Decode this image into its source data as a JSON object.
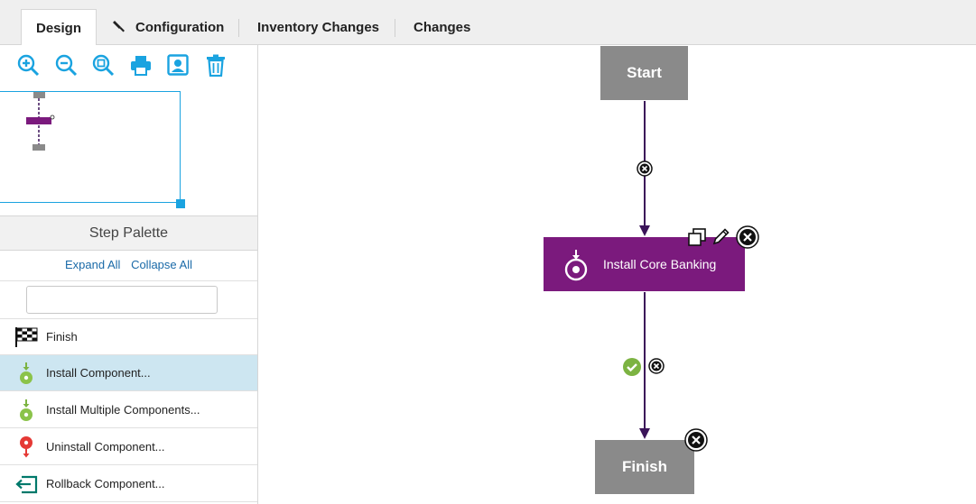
{
  "tabs": [
    {
      "label": "Design",
      "active": true
    },
    {
      "label": "Configuration",
      "icon": "wrench-icon"
    },
    {
      "label": "Inventory Changes"
    },
    {
      "label": "Changes"
    }
  ],
  "toolbar": {
    "buttons": [
      "zoom-in-icon",
      "zoom-out-icon",
      "zoom-fit-icon",
      "print-icon",
      "export-image-icon",
      "delete-icon"
    ]
  },
  "palette": {
    "title": "Step Palette",
    "expand_all": "Expand All",
    "collapse_all": "Collapse All",
    "search_value": "",
    "items": [
      {
        "label": "Finish",
        "icon": "checkered-flag-icon"
      },
      {
        "label": "Install Component...",
        "icon": "install-component-icon",
        "selected": true
      },
      {
        "label": "Install Multiple Components...",
        "icon": "install-multiple-icon"
      },
      {
        "label": "Uninstall Component...",
        "icon": "uninstall-component-icon"
      },
      {
        "label": "Rollback Component...",
        "icon": "rollback-icon"
      }
    ]
  },
  "canvas": {
    "start_label": "Start",
    "step_label": "Install Core Banking",
    "finish_label": "Finish"
  },
  "colors": {
    "accent": "#1aa3e0",
    "step_purple": "#7b1a7d",
    "node_gray": "#8a8a8a",
    "connector": "#3b1459",
    "success_green": "#7cb342",
    "selected_row": "#cde6f1"
  }
}
